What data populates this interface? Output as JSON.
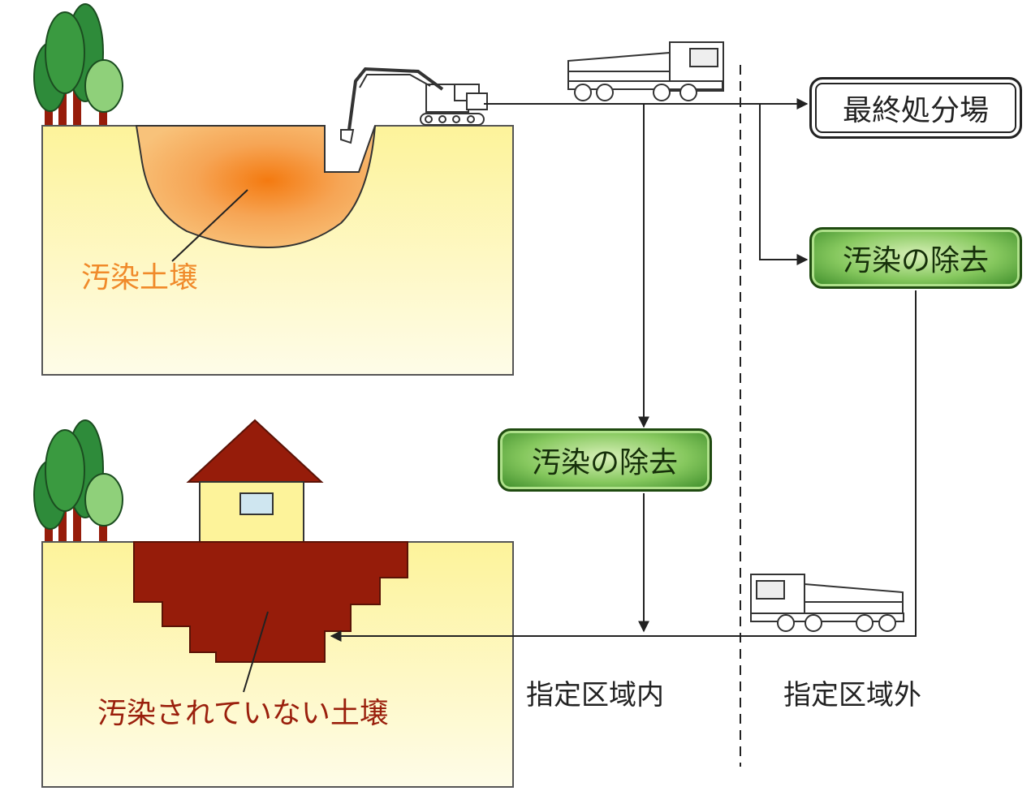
{
  "labels": {
    "contaminated_soil": "汚染土壌",
    "uncontaminated_soil": "汚染されていない土壌",
    "inside_area": "指定区域内",
    "outside_area": "指定区域外"
  },
  "boxes": {
    "final_disposal": "最終処分場",
    "removal_outside": "汚染の除去",
    "removal_inside": "汚染の除去"
  },
  "colors": {
    "ground": "#fdf6a8",
    "contaminated": "#f08a2a",
    "clean_fill": "#961c0a",
    "house_roof": "#961c0a",
    "house_wall": "#fdf3a0",
    "removal_box": "#6ab84a",
    "tree_dark": "#2e8b3a",
    "tree_light": "#8fd07a"
  }
}
